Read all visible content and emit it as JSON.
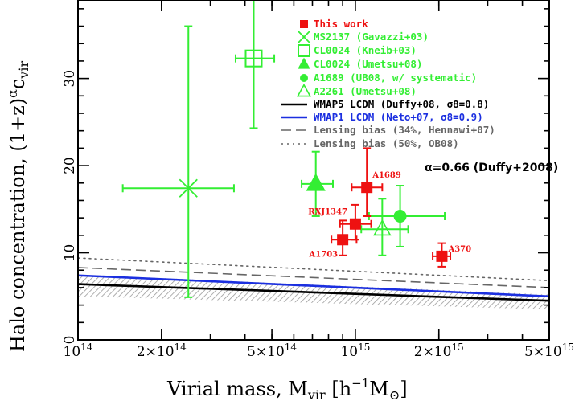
{
  "chart_data": {
    "type": "scatter",
    "xlabel": "Virial mass, M",
    "xlabel_sub": "vir",
    "xlabel_unit_open": "[h",
    "xlabel_unit_exp": "−1",
    "xlabel_unit_rest": "M",
    "xlabel_unit_sub": "⊙",
    "xlabel_unit_close": "]",
    "ylabel": "Halo concentration, (1+z)",
    "ylabel_sup": "α",
    "ylabel_tail": "c",
    "ylabel_sub": "vir",
    "xscale": "log",
    "xlim": [
      100000000000000.0,
      5000000000000000.0
    ],
    "ylim": [
      0,
      39
    ],
    "x_ticks": [
      {
        "value": 100000000000000.0,
        "base": "10",
        "exp": "14"
      },
      {
        "value": 200000000000000.0,
        "base": "2×10",
        "exp": "14"
      },
      {
        "value": 500000000000000.0,
        "base": "5×10",
        "exp": "14"
      },
      {
        "value": 1000000000000000.0,
        "base": "10",
        "exp": "15"
      },
      {
        "value": 2000000000000000.0,
        "base": "2×10",
        "exp": "15"
      },
      {
        "value": 5000000000000000.0,
        "base": "5×10",
        "exp": "15"
      }
    ],
    "y_ticks": [
      0,
      10,
      20,
      30
    ],
    "annotation": {
      "text": "α=0.66 (Duffy+2008)",
      "color": "#000000"
    },
    "series": [
      {
        "name": "This work",
        "marker": "square-filled",
        "color": "#ee1111",
        "points": [
          {
            "x": 900000000000000.0,
            "y": 11.5,
            "xerr": [
              80000000000000.0,
              110000000000000.0
            ],
            "yerr": [
              1.8,
              2.2
            ],
            "label": "A1703"
          },
          {
            "x": 1000000000000000.0,
            "y": 13.3,
            "xerr": [
              120000000000000.0,
              140000000000000.0
            ],
            "yerr": [
              1.8,
              2.2
            ],
            "label": "RXJ1347"
          },
          {
            "x": 1100000000000000.0,
            "y": 17.5,
            "xerr": [
              130000000000000.0,
              150000000000000.0
            ],
            "yerr": [
              3.3,
              4.5
            ],
            "label": "A1689"
          },
          {
            "x": 2050000000000000.0,
            "y": 9.6,
            "xerr": [
              150000000000000.0,
              150000000000000.0
            ],
            "yerr": [
              1.2,
              1.5
            ],
            "label": "A370"
          }
        ]
      },
      {
        "name": "MS2137 (Gavazzi+03)",
        "marker": "x",
        "color": "#33ee33",
        "points": [
          {
            "x": 250000000000000.0,
            "y": 17.4,
            "xerr": [
              105000000000000.0,
              115000000000000.0
            ],
            "yerr": [
              12.5,
              18.6
            ]
          }
        ]
      },
      {
        "name": "CL0024 (Kneib+03)",
        "marker": "square-open",
        "color": "#33ee33",
        "points": [
          {
            "x": 430000000000000.0,
            "y": 32.3,
            "xerr": [
              60000000000000.0,
              80000000000000.0
            ],
            "yerr": [
              8.0,
              7.5
            ]
          }
        ]
      },
      {
        "name": "CL0024 (Umetsu+08)",
        "marker": "triangle-filled",
        "color": "#33ee33",
        "points": [
          {
            "x": 720000000000000.0,
            "y": 17.9,
            "xerr": [
              80000000000000.0,
              110000000000000.0
            ],
            "yerr": [
              3.7,
              3.7
            ]
          }
        ]
      },
      {
        "name": "A1689 (UB08, w/ systematic)",
        "marker": "circle-filled",
        "color": "#33ee33",
        "points": [
          {
            "x": 1450000000000000.0,
            "y": 14.2,
            "xerr": [
              330000000000000.0,
              650000000000000.0
            ],
            "yerr": [
              3.5,
              3.5
            ]
          }
        ]
      },
      {
        "name": "A2261 (Umetsu+08)",
        "marker": "triangle-open",
        "color": "#33ee33",
        "points": [
          {
            "x": 1250000000000000.0,
            "y": 12.7,
            "xerr": [
              200000000000000.0,
              300000000000000.0
            ],
            "yerr": [
              3.0,
              3.5
            ]
          }
        ]
      }
    ],
    "lines": [
      {
        "name": "WMAP5 LCDM (Duffy+08, σ8=0.8)",
        "color": "#000000",
        "style": "solid",
        "x": [
          100000000000000.0,
          5000000000000000.0
        ],
        "y": [
          6.4,
          4.5
        ]
      },
      {
        "name": "WMAP1 LCDM (Neto+07, σ8=0.9)",
        "color": "#1b2fe0",
        "style": "solid",
        "x": [
          100000000000000.0,
          5000000000000000.0
        ],
        "y": [
          7.4,
          5.0
        ]
      },
      {
        "name": "Lensing bias (34%, Hennawi+07)",
        "color": "#666666",
        "style": "dashed",
        "x": [
          100000000000000.0,
          5000000000000000.0
        ],
        "y": [
          8.3,
          6.0
        ]
      },
      {
        "name": "Lensing bias (50%, OB08)",
        "color": "#666666",
        "style": "dotted",
        "x": [
          100000000000000.0,
          5000000000000000.0
        ],
        "y": [
          9.4,
          6.8
        ]
      }
    ],
    "band": {
      "x": [
        100000000000000.0,
        5000000000000000.0
      ],
      "y_low": [
        5.0,
        3.5
      ],
      "y_high": [
        7.5,
        5.2
      ]
    }
  }
}
